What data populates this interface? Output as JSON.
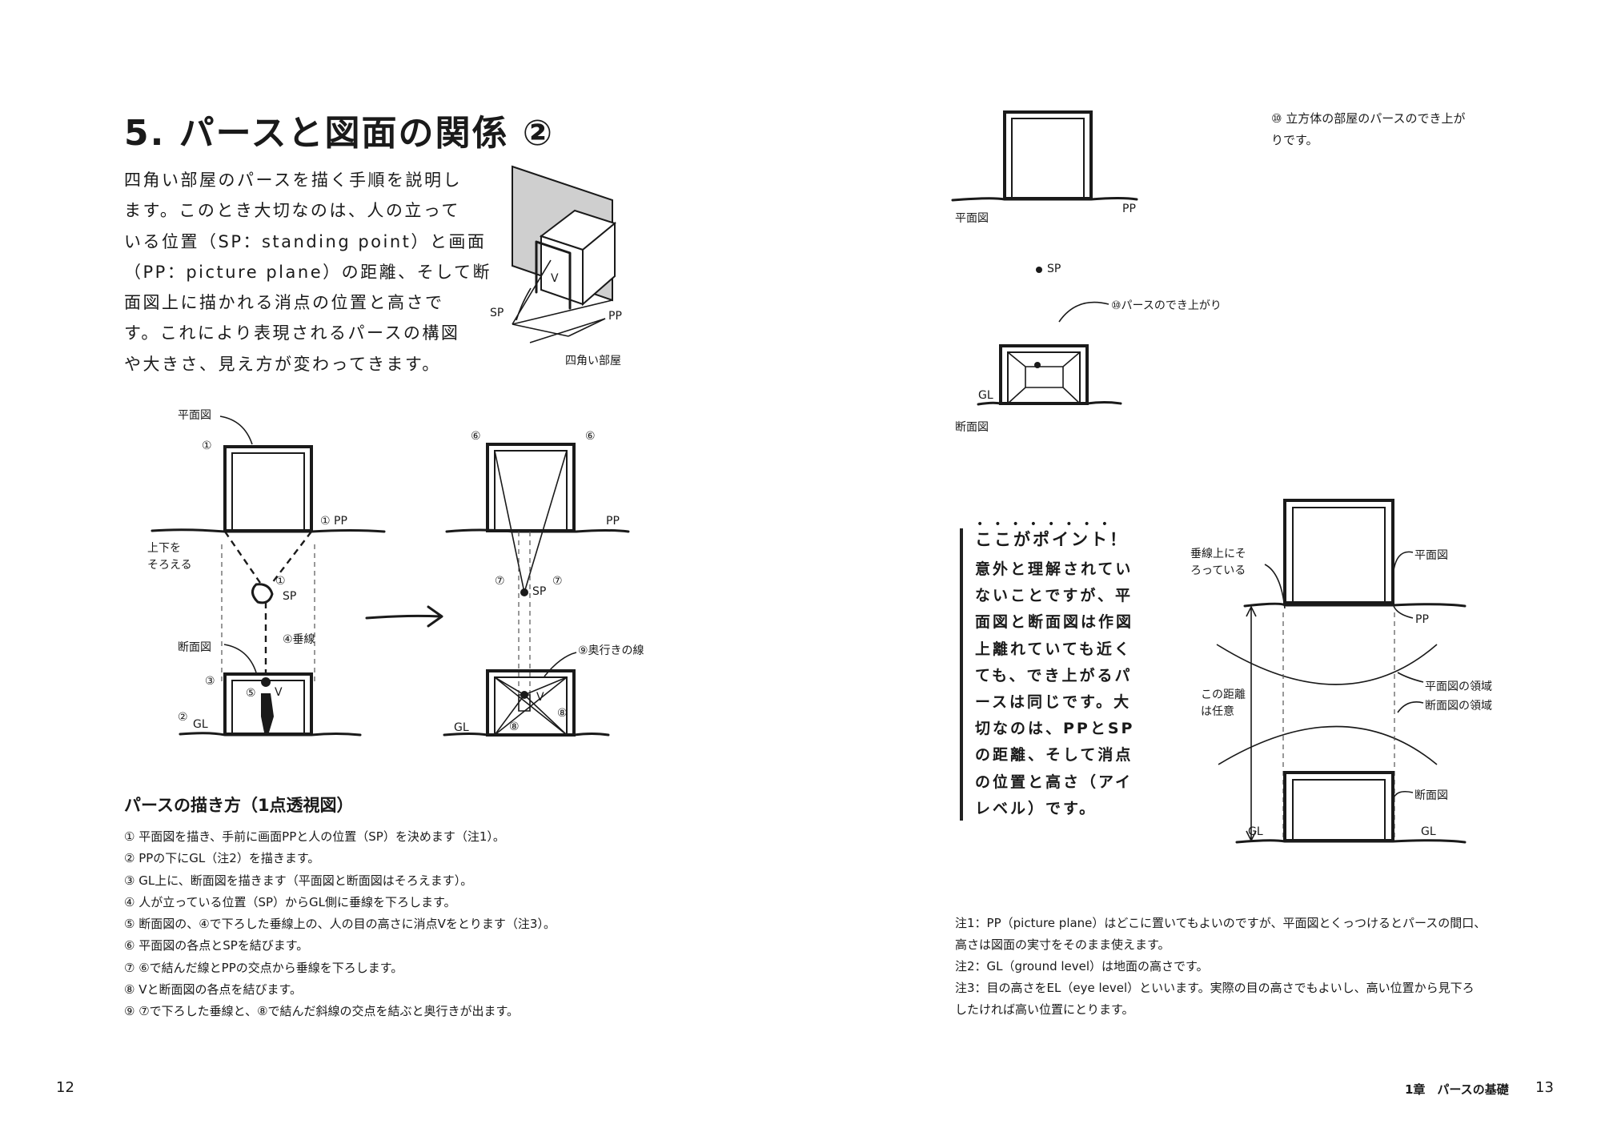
{
  "left_page": {
    "title": "5. パースと図面の関係 ②",
    "intro_lines": [
      "四角い部屋のパースを描く手順を説明し",
      "ます。このとき大切なのは、人の立って",
      "いる位置（SP：standing point）と画面",
      "（PP：picture plane）の距離、そして断",
      "面図上に描かれる消点の位置と高さで",
      "す。これにより表現されるパースの構図",
      "や大きさ、見え方が変わってきます。"
    ],
    "room_sketch_labels": {
      "sp": "SP",
      "v": "V",
      "pp": "PP",
      "room": "四角い部屋"
    },
    "fig1_labels": {
      "plan": "平面図",
      "n1_top": "①",
      "pp": "① PP",
      "align": "上下を\nそろえる",
      "sp": "SP",
      "sp_num": "①",
      "vertical": "④垂線",
      "section": "断面図",
      "n3": "③",
      "n2": "②",
      "gl": "GL",
      "v_num": "⑤",
      "v": "V"
    },
    "fig2_labels": {
      "n6_left": "⑥",
      "n6_right": "⑥",
      "pp": "PP",
      "n7_left": "⑦",
      "n7_right": "⑦",
      "sp": "SP",
      "depth": "⑨奥行きの線",
      "v": "V",
      "n8_right": "⑧",
      "n8_bottom": "⑧",
      "gl": "GL"
    },
    "steps_heading": "パースの描き方（1点透視図）",
    "steps": [
      "① 平面図を描き、手前に画面PPと人の位置（SP）を決めます（注1）。",
      "② PPの下にGL（注2）を描きます。",
      "③ GL上に、断面図を描きます（平面図と断面図はそろえます）。",
      "④ 人が立っている位置（SP）からGL側に垂線を下ろします。",
      "⑤ 断面図の、④で下ろした垂線上の、人の目の高さに消点Vをとります（注3）。",
      "⑥ 平面図の各点とSPを結びます。",
      "⑦ ⑥で結んだ線とPPの交点から垂線を下ろします。",
      "⑧ Vと断面図の各点を結びます。",
      "⑨ ⑦で下ろした垂線と、⑧で結んだ斜線の交点を結ぶと奥行きが出ます。"
    ],
    "page_number": "12"
  },
  "right_page": {
    "caption_lines": [
      "⑩ 立方体の部屋のパースのでき上が",
      "りです。"
    ],
    "fig3_labels": {
      "plan": "平面図",
      "pp": "PP",
      "sp": "SP",
      "result": "⑩パースのでき上がり",
      "gl": "GL",
      "section": "断面図"
    },
    "point": {
      "heading": "ここがポイント！",
      "dots": "••••••••",
      "lines": [
        "意外と理解されてい",
        "ないことですが、平",
        "面図と断面図は作図",
        "上離れていても近く",
        "ても、でき上がるパ",
        "ースは同じです。大",
        "切なのは、PPとSP",
        "の距離、そして消点",
        "の位置と高さ（アイ",
        "レベル）です。"
      ]
    },
    "fig4_labels": {
      "aligned": "垂線上にそ\nろっている",
      "plan": "平面図",
      "pp": "PP",
      "distance": "この距離\nは任意",
      "plan_area": "平面図の領域",
      "section_area": "断面図の領域",
      "section": "断面図",
      "gl_left": "GL",
      "gl_right": "GL"
    },
    "notes": [
      "注1：PP（picture plane）はどこに置いてもよいのですが、平面図とくっつけるとパースの間口、",
      "高さは図面の実寸をそのまま使えます。",
      "注2：GL（ground level）は地面の高さです。",
      "注3：目の高さをEL（eye level）といいます。実際の目の高さでもよいし、高い位置から見下ろ",
      "したければ高い位置にとります。"
    ],
    "footer_chapter": "1章　パースの基礎",
    "page_number": "13"
  }
}
